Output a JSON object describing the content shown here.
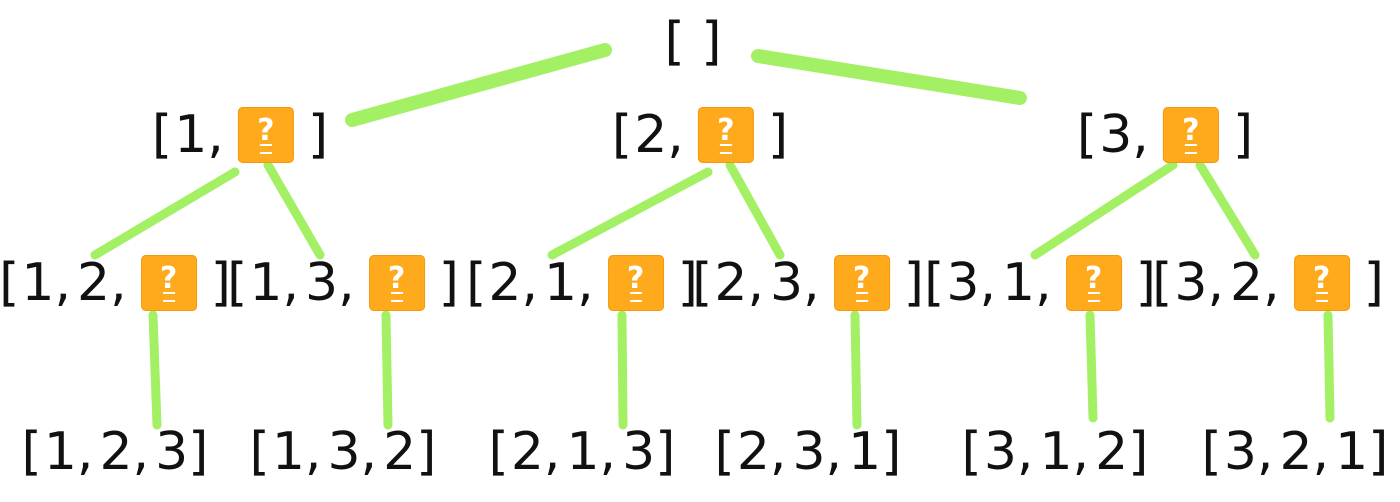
{
  "colors": {
    "edge": "#a3f064",
    "badge": "#ffa91c",
    "text": "#111111"
  },
  "icon": "question-lightbulb-icon",
  "symbols": {
    "open": "[",
    "close": "]",
    "comma": ","
  },
  "root": {
    "label": "[ ]"
  },
  "nodes": [
    {
      "id": "n1",
      "parent": "root",
      "values": [
        "1"
      ],
      "pending": true
    },
    {
      "id": "n2",
      "parent": "root",
      "values": [
        "2"
      ],
      "pending": true
    },
    {
      "id": "n3",
      "parent": "root",
      "values": [
        "3"
      ],
      "pending": true
    },
    {
      "id": "n12",
      "parent": "n1",
      "values": [
        "1",
        "2"
      ],
      "pending": true
    },
    {
      "id": "n13",
      "parent": "n1",
      "values": [
        "1",
        "3"
      ],
      "pending": true
    },
    {
      "id": "n21",
      "parent": "n2",
      "values": [
        "2",
        "1"
      ],
      "pending": true
    },
    {
      "id": "n23",
      "parent": "n2",
      "values": [
        "2",
        "3"
      ],
      "pending": true
    },
    {
      "id": "n31",
      "parent": "n3",
      "values": [
        "3",
        "1"
      ],
      "pending": true
    },
    {
      "id": "n32",
      "parent": "n3",
      "values": [
        "3",
        "2"
      ],
      "pending": true
    },
    {
      "id": "n123",
      "parent": "n12",
      "values": [
        "1",
        "2",
        "3"
      ],
      "pending": false
    },
    {
      "id": "n132",
      "parent": "n13",
      "values": [
        "1",
        "3",
        "2"
      ],
      "pending": false
    },
    {
      "id": "n213",
      "parent": "n21",
      "values": [
        "2",
        "1",
        "3"
      ],
      "pending": false
    },
    {
      "id": "n231",
      "parent": "n23",
      "values": [
        "2",
        "3",
        "1"
      ],
      "pending": false
    },
    {
      "id": "n312",
      "parent": "n31",
      "values": [
        "3",
        "1",
        "2"
      ],
      "pending": false
    },
    {
      "id": "n321",
      "parent": "n32",
      "values": [
        "3",
        "2",
        "1"
      ],
      "pending": false
    }
  ]
}
